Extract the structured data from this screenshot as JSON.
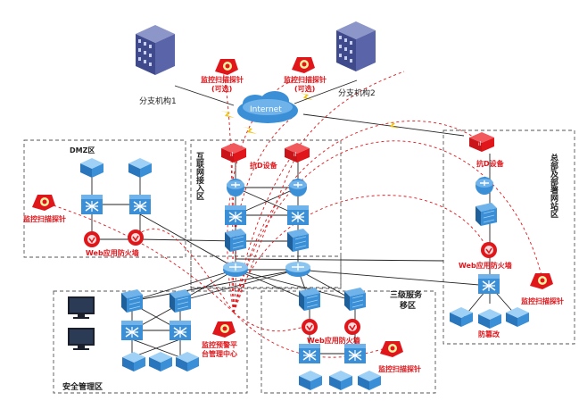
{
  "colors": {
    "alert_red": "#e0161b",
    "node_blue": "#3a8fd6",
    "node_dark": "#1f5f9a",
    "building": "#3f4a8c",
    "zone_border": "#555555",
    "link_black": "#222222",
    "lightning": "#f0c419"
  },
  "internet": {
    "label": "Internet"
  },
  "branches": [
    {
      "label": "分支机构1",
      "probe_line1": "监控扫描探针",
      "probe_line2": "(可选)"
    },
    {
      "label": "分支机构2",
      "probe_line1": "监控扫描探针",
      "probe_line2": "(可选)"
    }
  ],
  "zones": {
    "dmz": {
      "title": "DMZ区",
      "probe": "监控扫描探针",
      "waf": "Web应用防火墙"
    },
    "internet_access": {
      "title": "互联网接入区",
      "ips": "抗D设备"
    },
    "hq": {
      "title": "总部及部署网站区",
      "ips": "抗D设备",
      "waf": "Web应用防火墙",
      "probe": "监控扫描探针",
      "tamper": "防篡改"
    },
    "security_mgmt": {
      "title": "安全管理区",
      "platform_line1": "监控预警平",
      "platform_line2": "台管理中心"
    },
    "level3": {
      "title_line1": "三级服务",
      "title_line2": "移区",
      "waf": "Web应用防火墙",
      "probe": "监控扫描探针"
    }
  },
  "icons": [
    "building-icon",
    "probe-icon",
    "cloud-icon",
    "router-icon",
    "switch-icon",
    "firewall-icon",
    "server-icon",
    "monitor-icon",
    "ids-icon",
    "waf-icon",
    "lightning-icon"
  ]
}
